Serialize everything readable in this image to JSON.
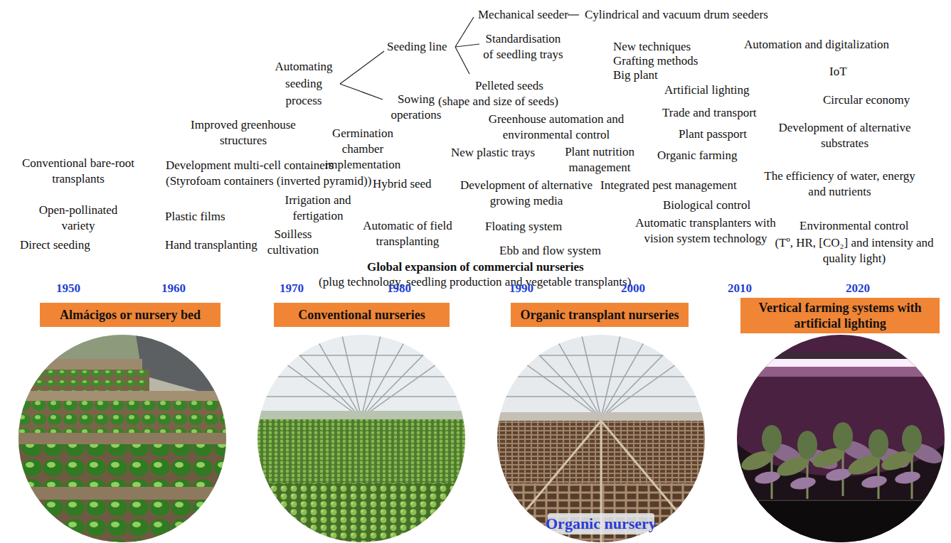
{
  "diagram": {
    "nodes": [
      {
        "text": [
          "Almácigos or nursery bed"
        ]
      },
      {
        "text": [
          "Conventional nurseries"
        ]
      },
      {
        "text": [
          "Organic transplant nurseries"
        ]
      },
      {
        "text": [
          "Vertical farming systems with artificial lighting"
        ]
      }
    ],
    "labels": [
      "Mechanical seeder",
      "Cylindrical and vacuum drum seeders",
      "Standardisation of seedling trays",
      "New techniques",
      "Grafting methods",
      "Big plant",
      "Automation and digitalization",
      "Automating seeding process",
      "Seeding line",
      "Sowing operations",
      "Pelleted seeds",
      "(shape and size of seeds)",
      "IoT",
      "Artificial lighting",
      "Circular economy",
      "Greenhouse automation and environmental control",
      "Trade and transport",
      "Improved greenhouse structures",
      "Germination chamber implementation",
      "Plant passport",
      "Development of alternative substrates",
      "New plastic trays",
      "Plant nutrition management",
      "Organic farming",
      "Conventional bare-root transplants",
      "Development multi-cell containers",
      "(Styrofoam containers (inverted pyramid))",
      "Hybrid seed",
      "Development of alternative growing media",
      "Integrated pest management",
      "The efficiency of water, energy and nutrients",
      "Irrigation and fertigation",
      "Open-pollinated variety",
      "Plastic films",
      "Biological control",
      "Floating system",
      "Automatic of field transplanting",
      "Automatic transplanters with vision system technology",
      "Environmental control",
      "(Tº, HR, [CO₂] and intensity and quality light)",
      "Direct seeding",
      "Hand transplanting",
      "Soilless cultivation",
      "Ebb and flow system",
      "Global expansion of commercial nurseries",
      "(plug technology, seedling production and vegetable transplants)",
      "1950",
      "1960",
      "1970",
      "1980",
      "1990",
      "2000",
      "2010",
      "2020",
      "Organic nursery"
    ]
  }
}
